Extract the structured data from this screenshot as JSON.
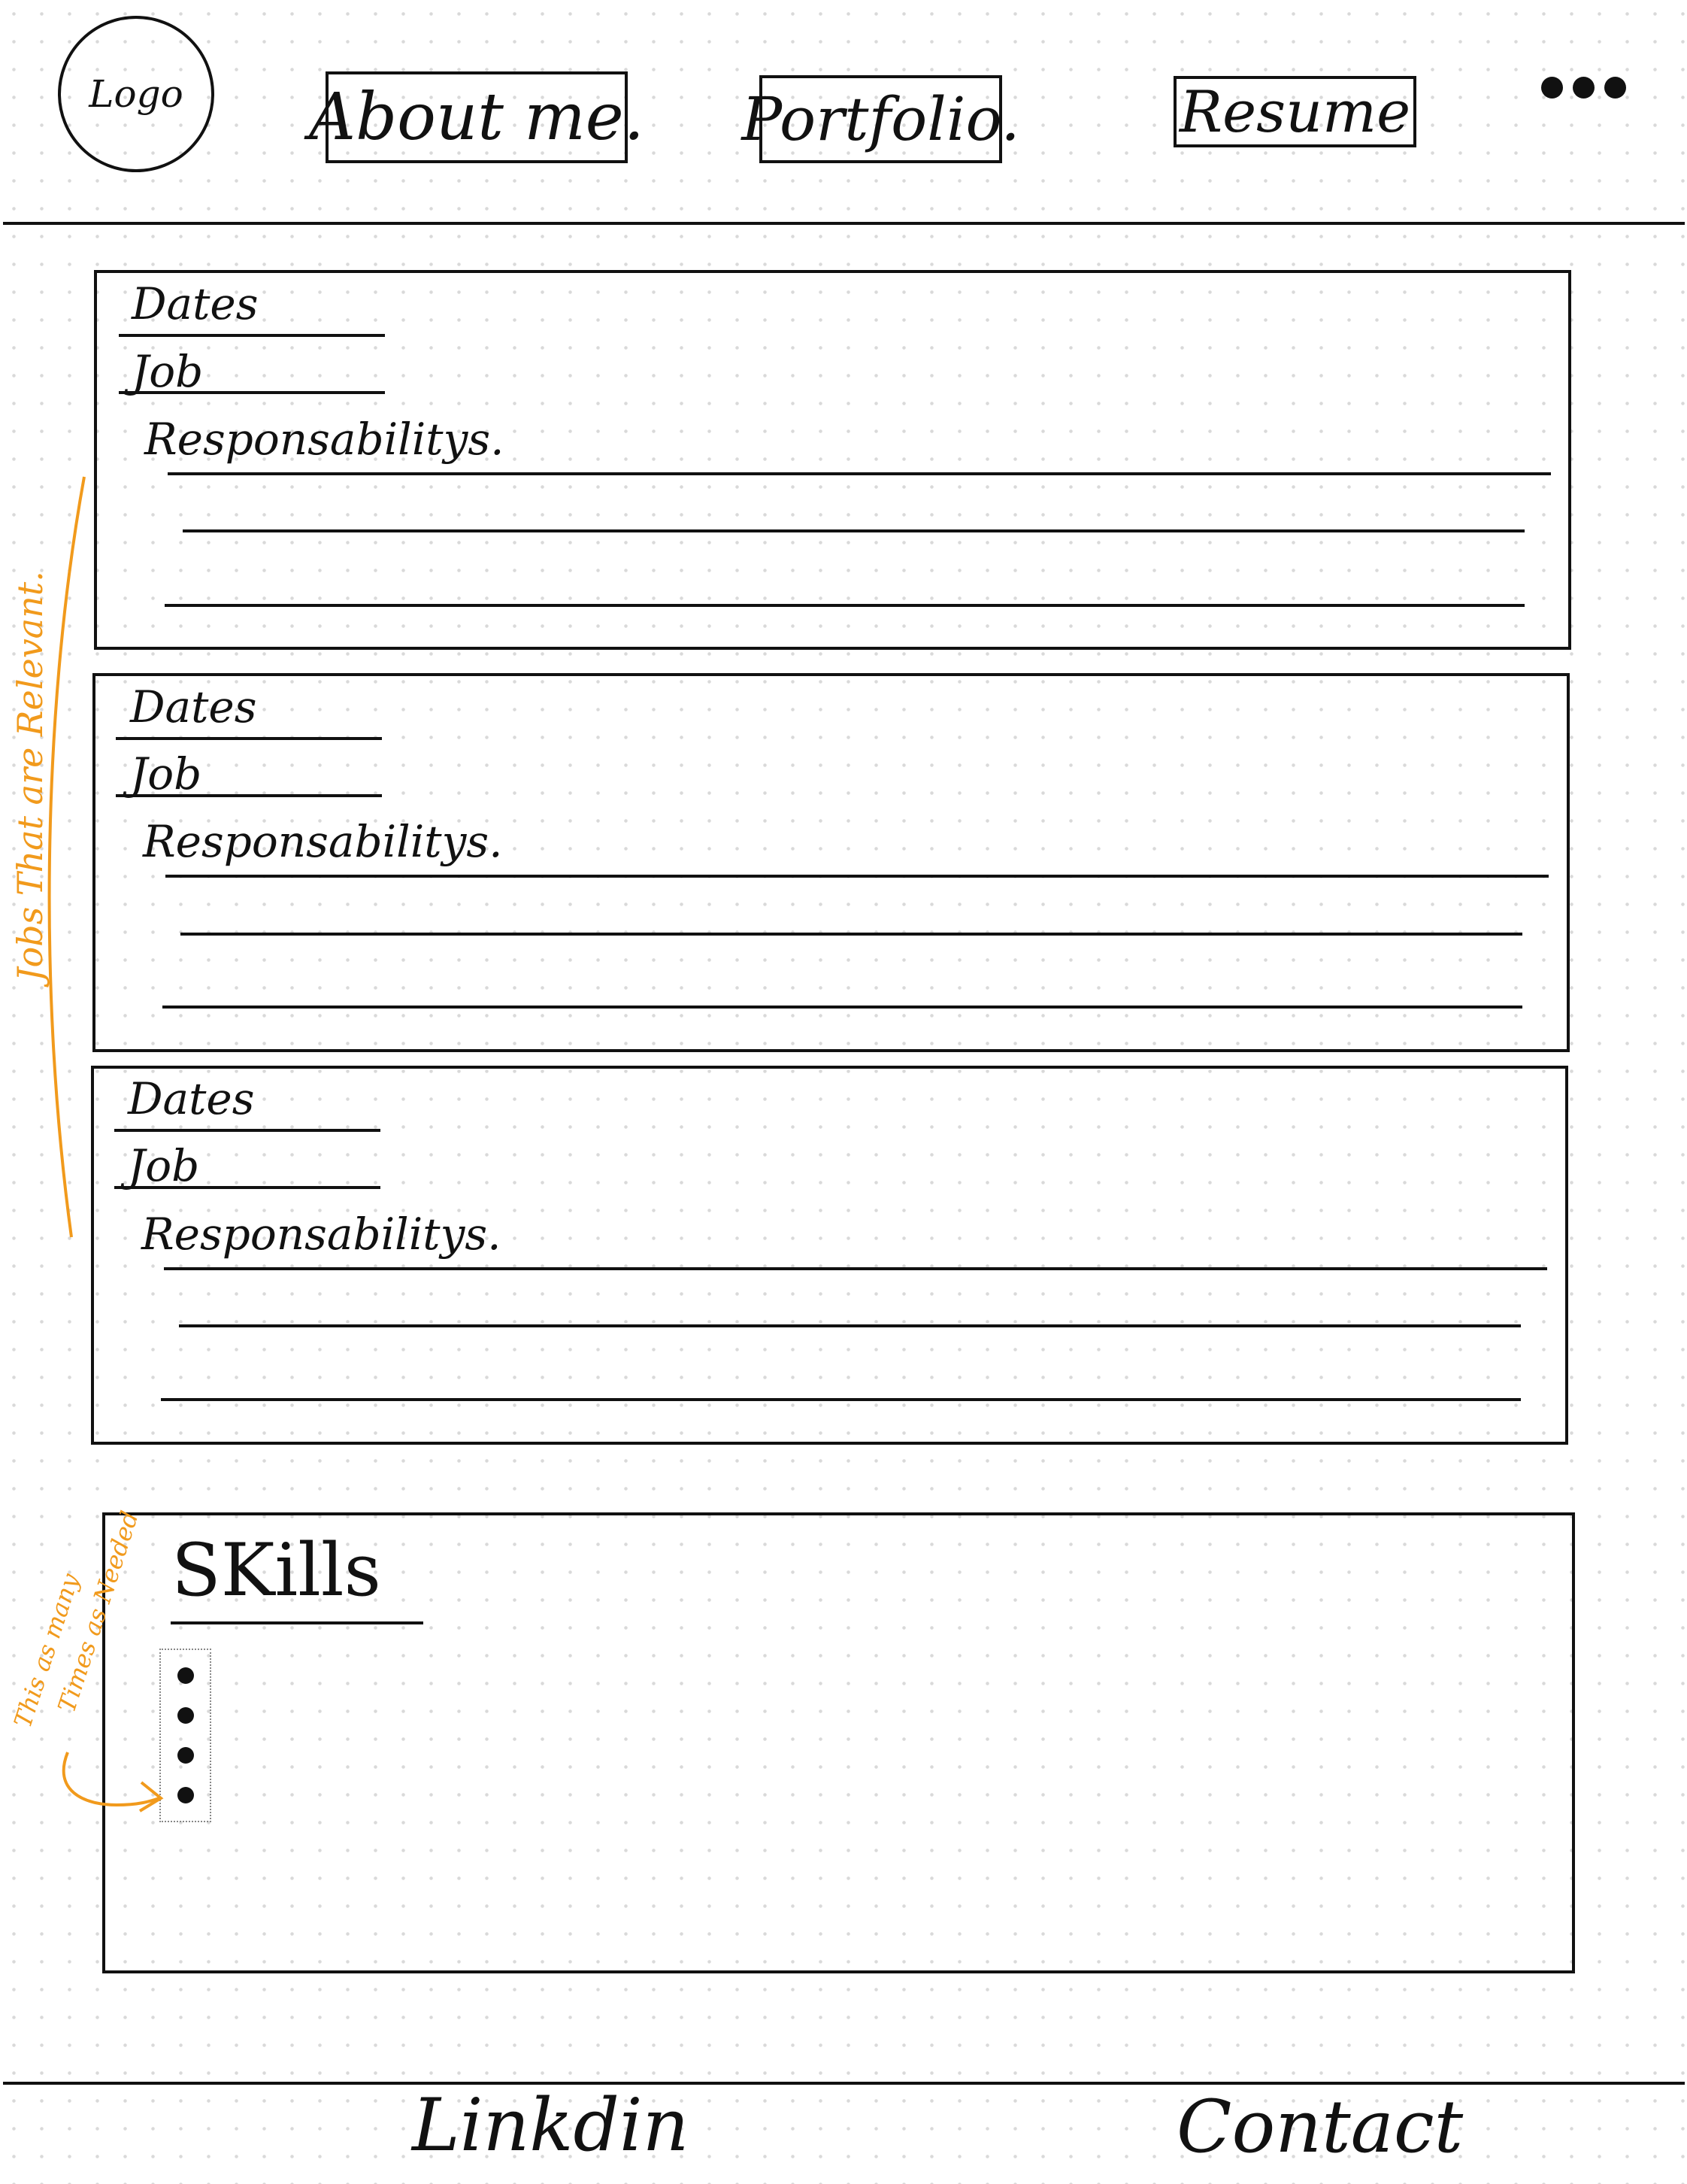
{
  "header": {
    "logo": "Logo",
    "nav": [
      "About me.",
      "Portfolio.",
      "Resume"
    ],
    "more_icon": "ellipsis-icon"
  },
  "jobs": [
    {
      "dates": "Dates",
      "job": "Job",
      "responsibilities": "Responsabilitys."
    },
    {
      "dates": "Dates",
      "job": "Job",
      "responsibilities": "Responsabilitys."
    },
    {
      "dates": "Dates",
      "job": "Job",
      "responsibilities": "Responsabilitys."
    }
  ],
  "skills": {
    "title": "SKills"
  },
  "annotations": {
    "jobs_note": "Jobs That are Relevant.",
    "skills_note_line1": "This as many",
    "skills_note_line2": "Times as Needed",
    "color": "#F19A1C"
  },
  "footer": {
    "linkedin": "Linkdin",
    "contact": "Contact"
  }
}
